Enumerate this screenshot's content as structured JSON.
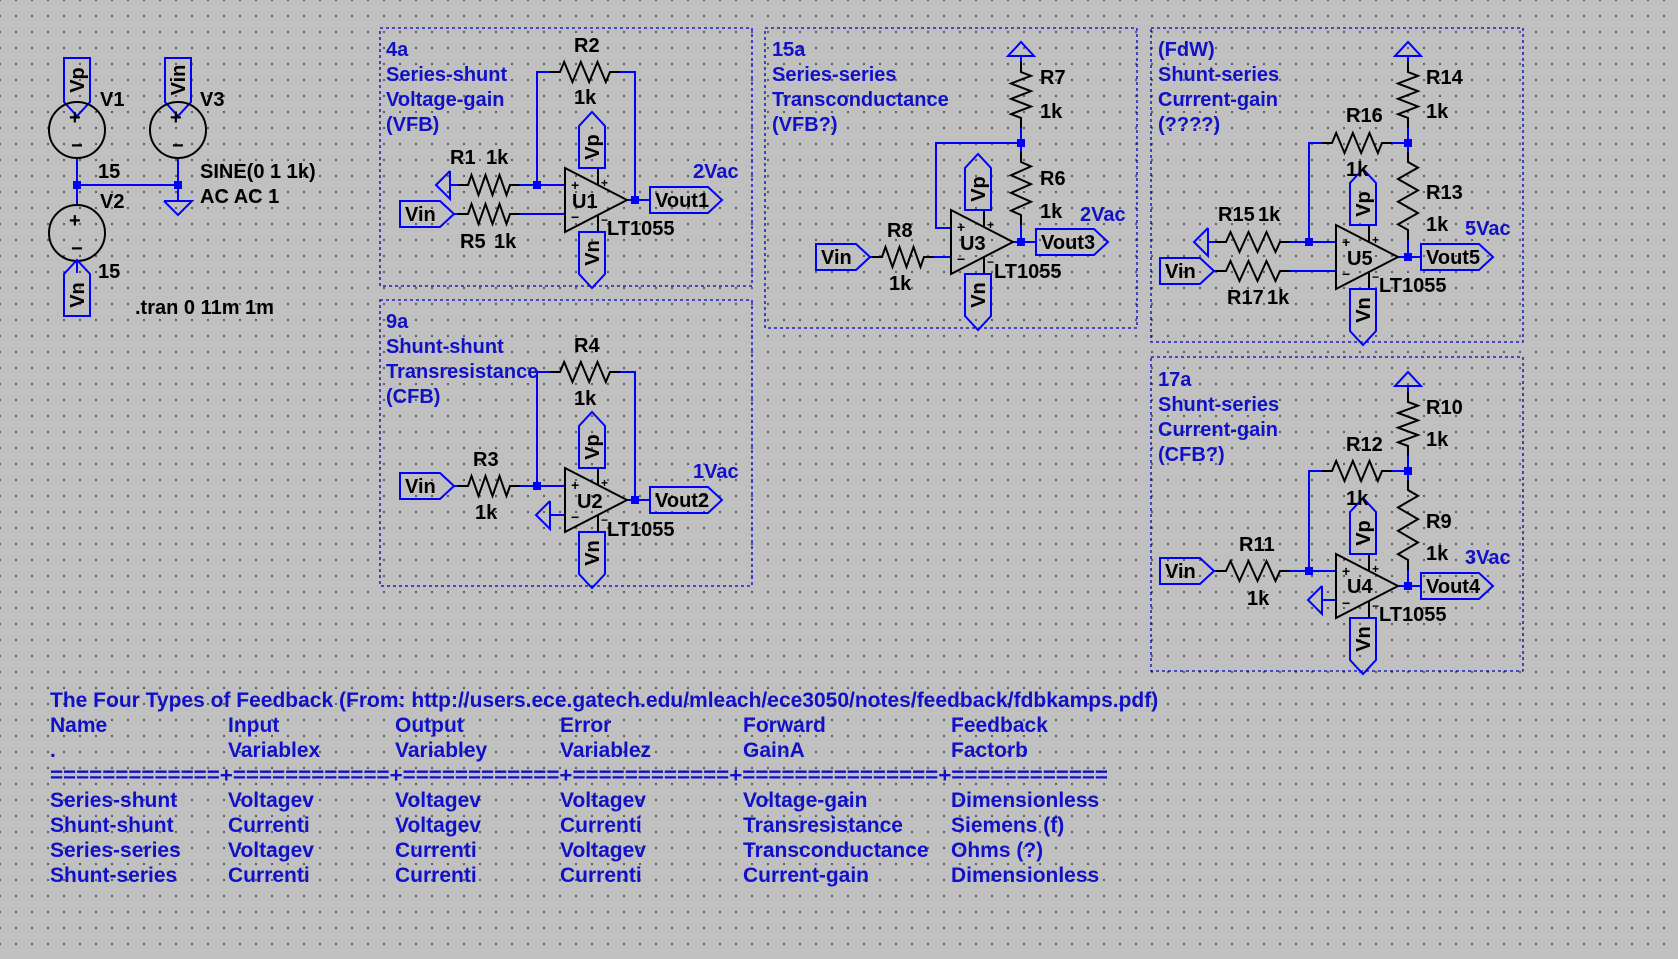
{
  "sources": {
    "v1": {
      "name": "V1",
      "value": "15",
      "flag": "Vp"
    },
    "v2": {
      "name": "V2",
      "value": "15",
      "flag": "Vn"
    },
    "v3": {
      "name": "V3",
      "flag": "Vin",
      "value_line1": "SINE(0 1 1k)",
      "value_line2": "AC AC 1"
    },
    "directive": ".tran 0 11m 1m"
  },
  "blocks": {
    "b4a": {
      "lines": [
        "4a",
        "Series-shunt",
        "Voltage-gain",
        "(VFB)"
      ],
      "ac": "2Vac",
      "out": "Vout1",
      "opamp": "U1",
      "model": "LT1055",
      "r_fb": {
        "name": "R2",
        "val": "1k"
      },
      "r_a": {
        "name": "R1",
        "val": "1k"
      },
      "r_b": {
        "name": "R5",
        "val": "1k"
      },
      "vin": "Vin",
      "vp": "Vp",
      "vn": "Vn"
    },
    "b9a": {
      "lines": [
        "9a",
        "Shunt-shunt",
        "Transresistance",
        "(CFB)"
      ],
      "ac": "1Vac",
      "out": "Vout2",
      "opamp": "U2",
      "model": "LT1055",
      "r_fb": {
        "name": "R4",
        "val": "1k"
      },
      "r_in": {
        "name": "R3",
        "val": "1k"
      },
      "vin": "Vin",
      "vp": "Vp",
      "vn": "Vn"
    },
    "b15a": {
      "lines": [
        "15a",
        "Series-series",
        "Transconductance",
        "(VFB?)"
      ],
      "ac": "2Vac",
      "out": "Vout3",
      "opamp": "U3",
      "model": "LT1055",
      "r_top": {
        "name": "R7",
        "val": "1k"
      },
      "r_bot": {
        "name": "R6",
        "val": "1k"
      },
      "r_in": {
        "name": "R8",
        "val": "1k"
      },
      "vin": "Vin",
      "vp": "Vp",
      "vn": "Vn"
    },
    "bfdw": {
      "lines": [
        "(FdW)",
        "Shunt-series",
        "Current-gain",
        "(????)"
      ],
      "ac": "5Vac",
      "out": "Vout5",
      "opamp": "U5",
      "model": "LT1055",
      "r_top": {
        "name": "R14",
        "val": "1k"
      },
      "r_fb": {
        "name": "R16",
        "val": "1k"
      },
      "r_bot": {
        "name": "R13",
        "val": "1k"
      },
      "r_a": {
        "name": "R15",
        "val": "1k"
      },
      "r_b": {
        "name": "R17",
        "val": "1k"
      },
      "vin": "Vin",
      "vp": "Vp",
      "vn": "Vn"
    },
    "b17a": {
      "lines": [
        "17a",
        "Shunt-series",
        "Current-gain",
        "(CFB?)"
      ],
      "ac": "3Vac",
      "out": "Vout4",
      "opamp": "U4",
      "model": "LT1055",
      "r_top": {
        "name": "R10",
        "val": "1k"
      },
      "r_fb": {
        "name": "R12",
        "val": "1k"
      },
      "r_bot": {
        "name": "R9",
        "val": "1k"
      },
      "r_in": {
        "name": "R11",
        "val": "1k"
      },
      "vin": "Vin",
      "vp": "Vp",
      "vn": "Vn"
    }
  },
  "table": {
    "title": "The Four Types of Feedback (From: http://users.ece.gatech.edu/mleach/ece3050/notes/feedback/fdbkamps.pdf)",
    "header1": [
      "Name",
      "Input",
      "Output",
      "Error",
      "Forward",
      "Feedback"
    ],
    "header2": [
      ".",
      "Variablex",
      "Variabley",
      "Variablez",
      "GainA",
      "Factorb"
    ],
    "separator": "=============+============+============+============+===============+============",
    "rows": [
      [
        "Series-shunt",
        "Voltagev",
        "Voltagev",
        "Voltagev",
        "Voltage-gain",
        "Dimensionless"
      ],
      [
        "Shunt-shunt",
        "Currenti",
        "Voltagev",
        "Currenti",
        "Transresistance",
        "Siemens (f)"
      ],
      [
        "Series-series",
        "Voltagev",
        "Currenti",
        "Voltagev",
        "Transconductance",
        "Ohms (?)"
      ],
      [
        "Shunt-series",
        "Currenti",
        "Currenti",
        "Currenti",
        "Current-gain",
        "Dimensionless"
      ]
    ]
  }
}
